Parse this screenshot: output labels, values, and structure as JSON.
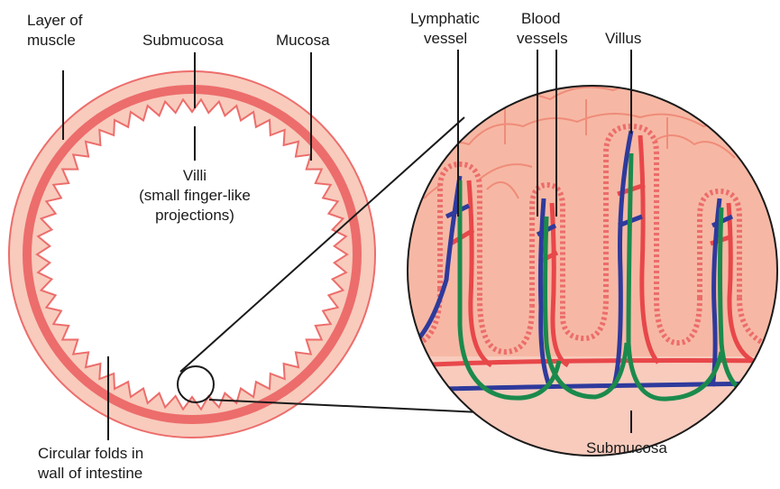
{
  "labels": {
    "layer_of_muscle": [
      "Layer of",
      "muscle"
    ],
    "submucosa_top": "Submucosa",
    "mucosa": "Mucosa",
    "villi": [
      "Villi",
      "(small finger-like",
      "projections)"
    ],
    "circular_folds": [
      "Circular folds in",
      "wall of intestine"
    ],
    "lymphatic_vessel": [
      "Lymphatic",
      "vessel"
    ],
    "blood_vessels": [
      "Blood",
      "vessels"
    ],
    "villus": "Villus",
    "submucosa_bottom": "Submucosa"
  },
  "colors": {
    "outer_ring": "#f8cbbd",
    "muscle_band": "#ec6d6b",
    "tissue": "#f6b8a4",
    "tissue_dark": "#ef9a86",
    "vein_blue": "#2e3a9c",
    "artery_red": "#e8474a",
    "lymph_green": "#1b8a4c"
  }
}
